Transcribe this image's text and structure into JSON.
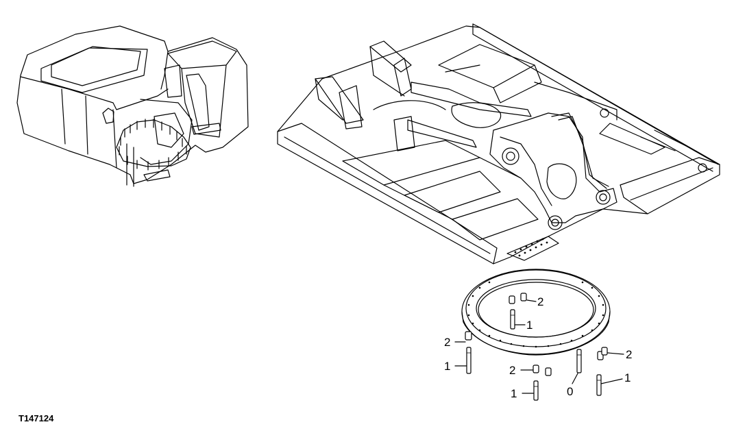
{
  "figure_id": "T147124",
  "callouts": [
    {
      "id": "c-2-top",
      "text": "2"
    },
    {
      "id": "c-1-top",
      "text": "1"
    },
    {
      "id": "c-2-left",
      "text": "2"
    },
    {
      "id": "c-1-left",
      "text": "1"
    },
    {
      "id": "c-2-mid",
      "text": "2"
    },
    {
      "id": "c-1-mid",
      "text": "1"
    },
    {
      "id": "c-0",
      "text": "0"
    },
    {
      "id": "c-2-right",
      "text": "2"
    },
    {
      "id": "c-1-right",
      "text": "1"
    }
  ]
}
